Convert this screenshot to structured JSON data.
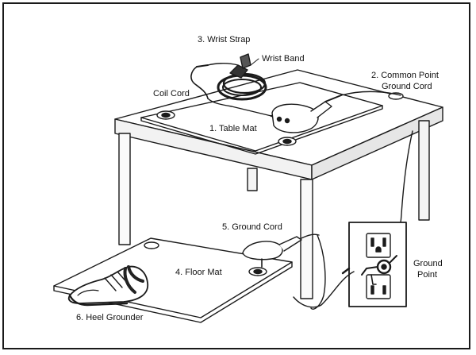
{
  "labels": {
    "wrist_strap": "3. Wrist Strap",
    "wrist_band": "Wrist Band",
    "coil_cord": "Coil Cord",
    "table_mat": "1. Table Mat",
    "common_point_line1": "2. Common Point",
    "common_point_line2": "Ground Cord",
    "ground_cord": "5. Ground Cord",
    "floor_mat": "4. Floor Mat",
    "heel_grounder": "6. Heel Grounder",
    "ground_point_line1": "Ground",
    "ground_point_line2": "Point"
  }
}
